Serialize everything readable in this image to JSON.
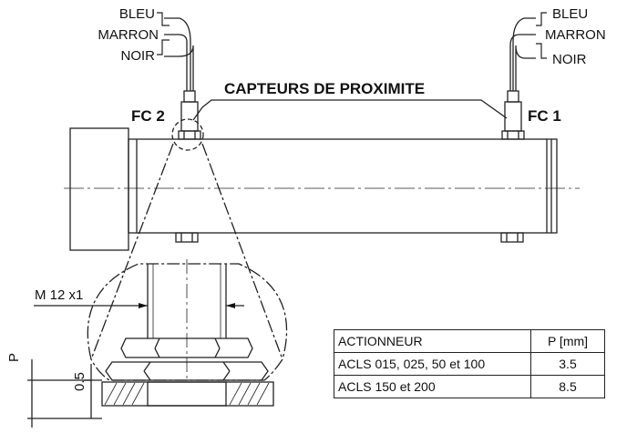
{
  "labels": {
    "left_wires": [
      "BLEU",
      "MARRON",
      "NOIR"
    ],
    "right_wires": [
      "BLEU",
      "MARRON",
      "NOIR"
    ],
    "sensor_left": "FC 2",
    "sensor_right": "FC 1",
    "sensors_title": "CAPTEURS DE PROXIMITE",
    "thread": "M 12 x1",
    "dim_p": "P",
    "dim_05": "0.5"
  },
  "table": {
    "headers": [
      "ACTIONNEUR",
      "P [mm]"
    ],
    "rows": [
      [
        "ACLS 015, 025, 50 et 100",
        "3.5"
      ],
      [
        "ACLS 150 et 200",
        "8.5"
      ]
    ]
  }
}
